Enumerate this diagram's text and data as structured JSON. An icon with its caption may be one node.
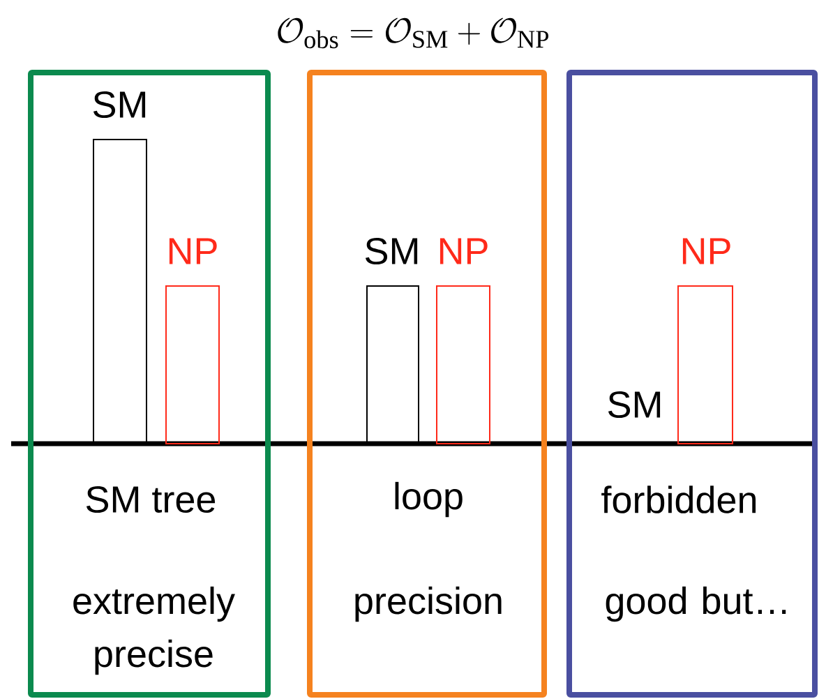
{
  "diagram": {
    "title": "\\mathcal{O}_{\\mathrm{obs}}=\\mathcal{O}_{\\mathrm{SM}}+\\mathcal{O}_{\\mathrm{NP}}",
    "nodes": [
      {
        "text": [
          "SM tree",
          "extremely precise"
        ]
      },
      {
        "text": [
          "SM"
        ],
        "in": 0
      },
      {
        "text": [
          "NP"
        ],
        "in": 0
      },
      {
        "text": [
          "loop",
          "precision"
        ]
      },
      {
        "text": [
          "SM"
        ],
        "in": 3
      },
      {
        "text": [
          "NP"
        ],
        "in": 3
      },
      {
        "text": [
          "forbidden",
          "good but…"
        ]
      },
      {
        "text": [
          "SM"
        ],
        "in": 6
      },
      {
        "text": [
          "NP"
        ],
        "in": 6
      }
    ]
  }
}
